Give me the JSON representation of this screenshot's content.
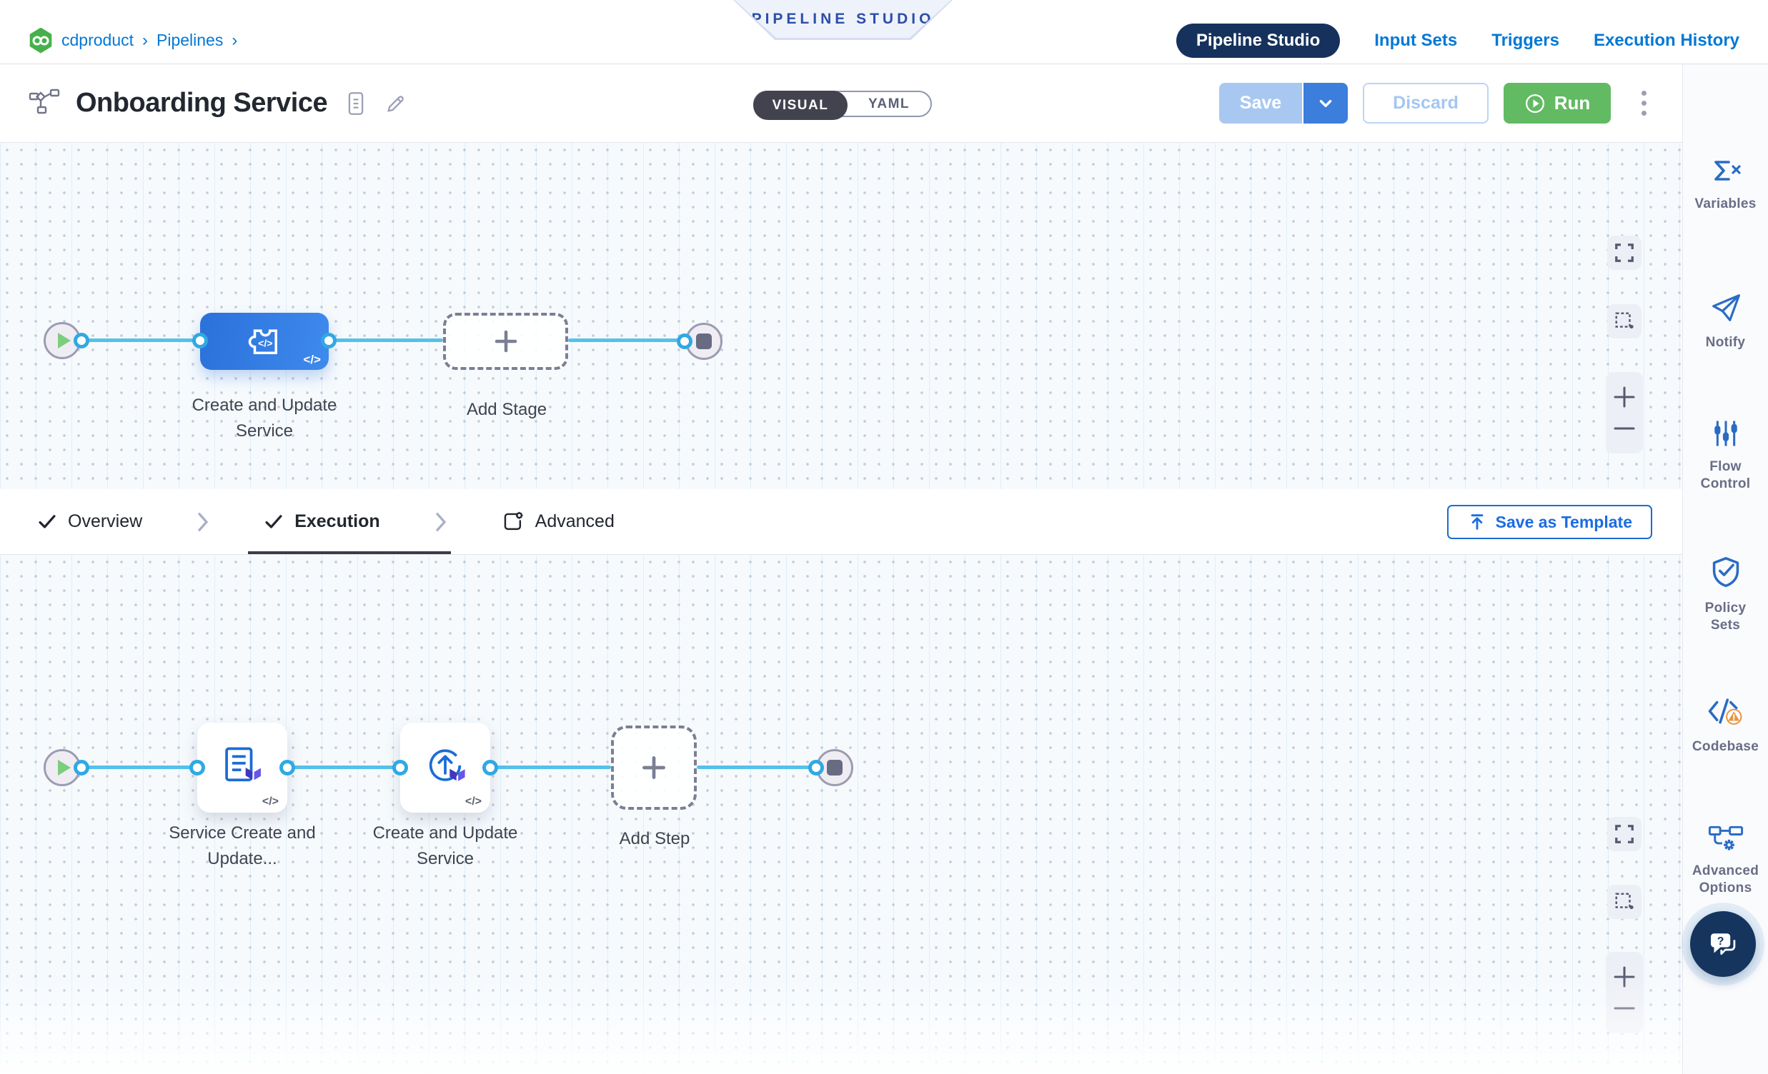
{
  "breadcrumb": {
    "product": "cdproduct",
    "pipelines": "Pipelines",
    "separator": "›"
  },
  "badge": {
    "label": "PIPELINE STUDIO"
  },
  "top_nav": {
    "pipeline_studio": "Pipeline Studio",
    "input_sets": "Input Sets",
    "triggers": "Triggers",
    "execution_history": "Execution History"
  },
  "toolbar": {
    "title": "Onboarding Service",
    "visual": "VISUAL",
    "yaml": "YAML",
    "save": "Save",
    "discard": "Discard",
    "run": "Run"
  },
  "stage_canvas": {
    "stage_label": "Create and Update Service",
    "add_stage": "Add Stage",
    "code_badge": "</>"
  },
  "tabs": {
    "overview": "Overview",
    "execution": "Execution",
    "advanced": "Advanced",
    "save_as_template": "Save as Template"
  },
  "step_canvas": {
    "step1_label": "Service Create and Update...",
    "step2_label": "Create and Update Service",
    "add_step": "Add Step",
    "code_badge": "</>"
  },
  "sidebar": {
    "items": [
      {
        "label": "Variables"
      },
      {
        "label": "Notify"
      },
      {
        "label": "Flow Control"
      },
      {
        "label": "Policy Sets"
      },
      {
        "label": "Codebase"
      },
      {
        "label": "Advanced Options"
      }
    ]
  },
  "colors": {
    "accent_blue": "#0278d5",
    "navy_pill": "#16325c",
    "run_green": "#62ba63",
    "connector_blue": "#54c1ec",
    "stage_blue": "#2f7de5",
    "canvas_bg": "#f6fafd"
  }
}
